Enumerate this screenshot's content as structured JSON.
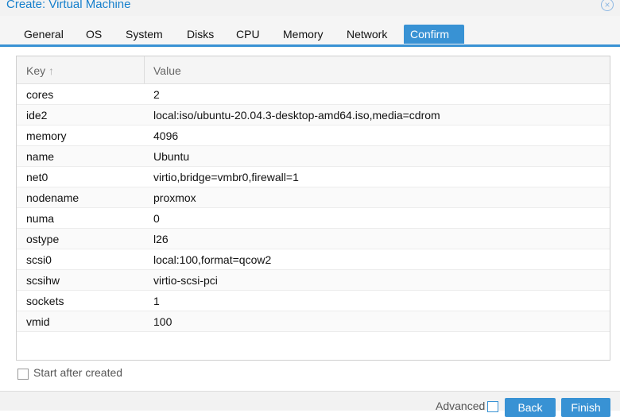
{
  "window": {
    "title": "Create: Virtual Machine"
  },
  "tabs": [
    {
      "label": "General"
    },
    {
      "label": "OS"
    },
    {
      "label": "System"
    },
    {
      "label": "Disks"
    },
    {
      "label": "CPU"
    },
    {
      "label": "Memory"
    },
    {
      "label": "Network"
    },
    {
      "label": "Confirm",
      "active": true
    }
  ],
  "grid": {
    "columns": {
      "key": "Key",
      "value": "Value"
    },
    "rows": [
      {
        "key": "cores",
        "value": "2"
      },
      {
        "key": "ide2",
        "value": "local:iso/ubuntu-20.04.3-desktop-amd64.iso,media=cdrom"
      },
      {
        "key": "memory",
        "value": "4096"
      },
      {
        "key": "name",
        "value": "Ubuntu"
      },
      {
        "key": "net0",
        "value": "virtio,bridge=vmbr0,firewall=1"
      },
      {
        "key": "nodename",
        "value": "proxmox"
      },
      {
        "key": "numa",
        "value": "0"
      },
      {
        "key": "ostype",
        "value": "l26"
      },
      {
        "key": "scsi0",
        "value": "local:100,format=qcow2"
      },
      {
        "key": "scsihw",
        "value": "virtio-scsi-pci"
      },
      {
        "key": "sockets",
        "value": "1"
      },
      {
        "key": "vmid",
        "value": "100"
      }
    ]
  },
  "options": {
    "start_after_created": "Start after created",
    "advanced": "Advanced"
  },
  "buttons": {
    "back": "Back",
    "finish": "Finish"
  },
  "colors": {
    "accent": "#3892d4",
    "title": "#157fcc"
  }
}
